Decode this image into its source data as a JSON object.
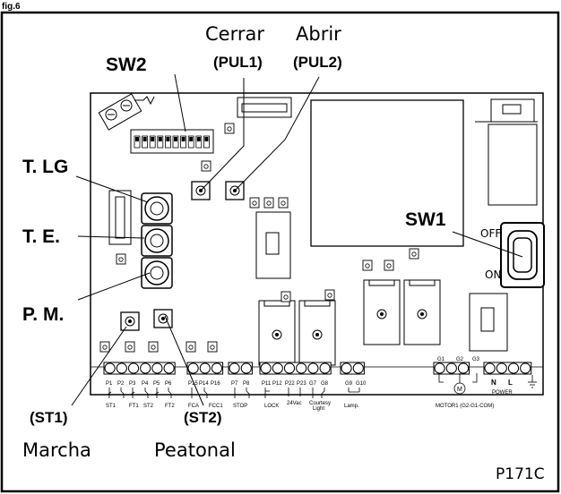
{
  "figure": {
    "header_fragment": "fig.6",
    "code": "P171C"
  },
  "callouts": {
    "sw2": "SW2",
    "cerrar": "Cerrar",
    "pul1": "(PUL1)",
    "abrir": "Abrir",
    "pul2": "(PUL2)",
    "tlg": "T. LG",
    "te": "T. E.",
    "pm": "P. M.",
    "sw1": "SW1",
    "off": "OFF",
    "on": "ON",
    "st1": "(ST1)",
    "marcha": "Marcha",
    "st2": "(ST2)",
    "peatonal": "Peatonal"
  },
  "terminals": {
    "p1": "P1",
    "p2": "P2",
    "p3": "P3",
    "p4": "P4",
    "p5": "P5",
    "p6": "P6",
    "p15": "P15",
    "p14": "P14",
    "p16": "P16",
    "p7": "P7",
    "p8": "P8",
    "p11": "P11",
    "p12": "P12",
    "p22": "P22",
    "p23": "P23",
    "g7": "G7",
    "g8": "G8",
    "g9": "G9",
    "g10": "G10",
    "g1": "G1",
    "g2": "G2",
    "g3": "G3",
    "n": "N",
    "l": "L",
    "st1": "ST1",
    "ft1": "FT1",
    "st2": "ST2",
    "ft2": "FT2",
    "fca": "FCA",
    "fcc1": "FCC1",
    "stop": "STOP",
    "lock": "LOCK",
    "vac": "24Vac",
    "courtesy": "Courtesy",
    "light": "Light",
    "lamp": "Lamp.",
    "motor": "MOTOR1 (G2-G1-COM)",
    "power": "POWER"
  }
}
